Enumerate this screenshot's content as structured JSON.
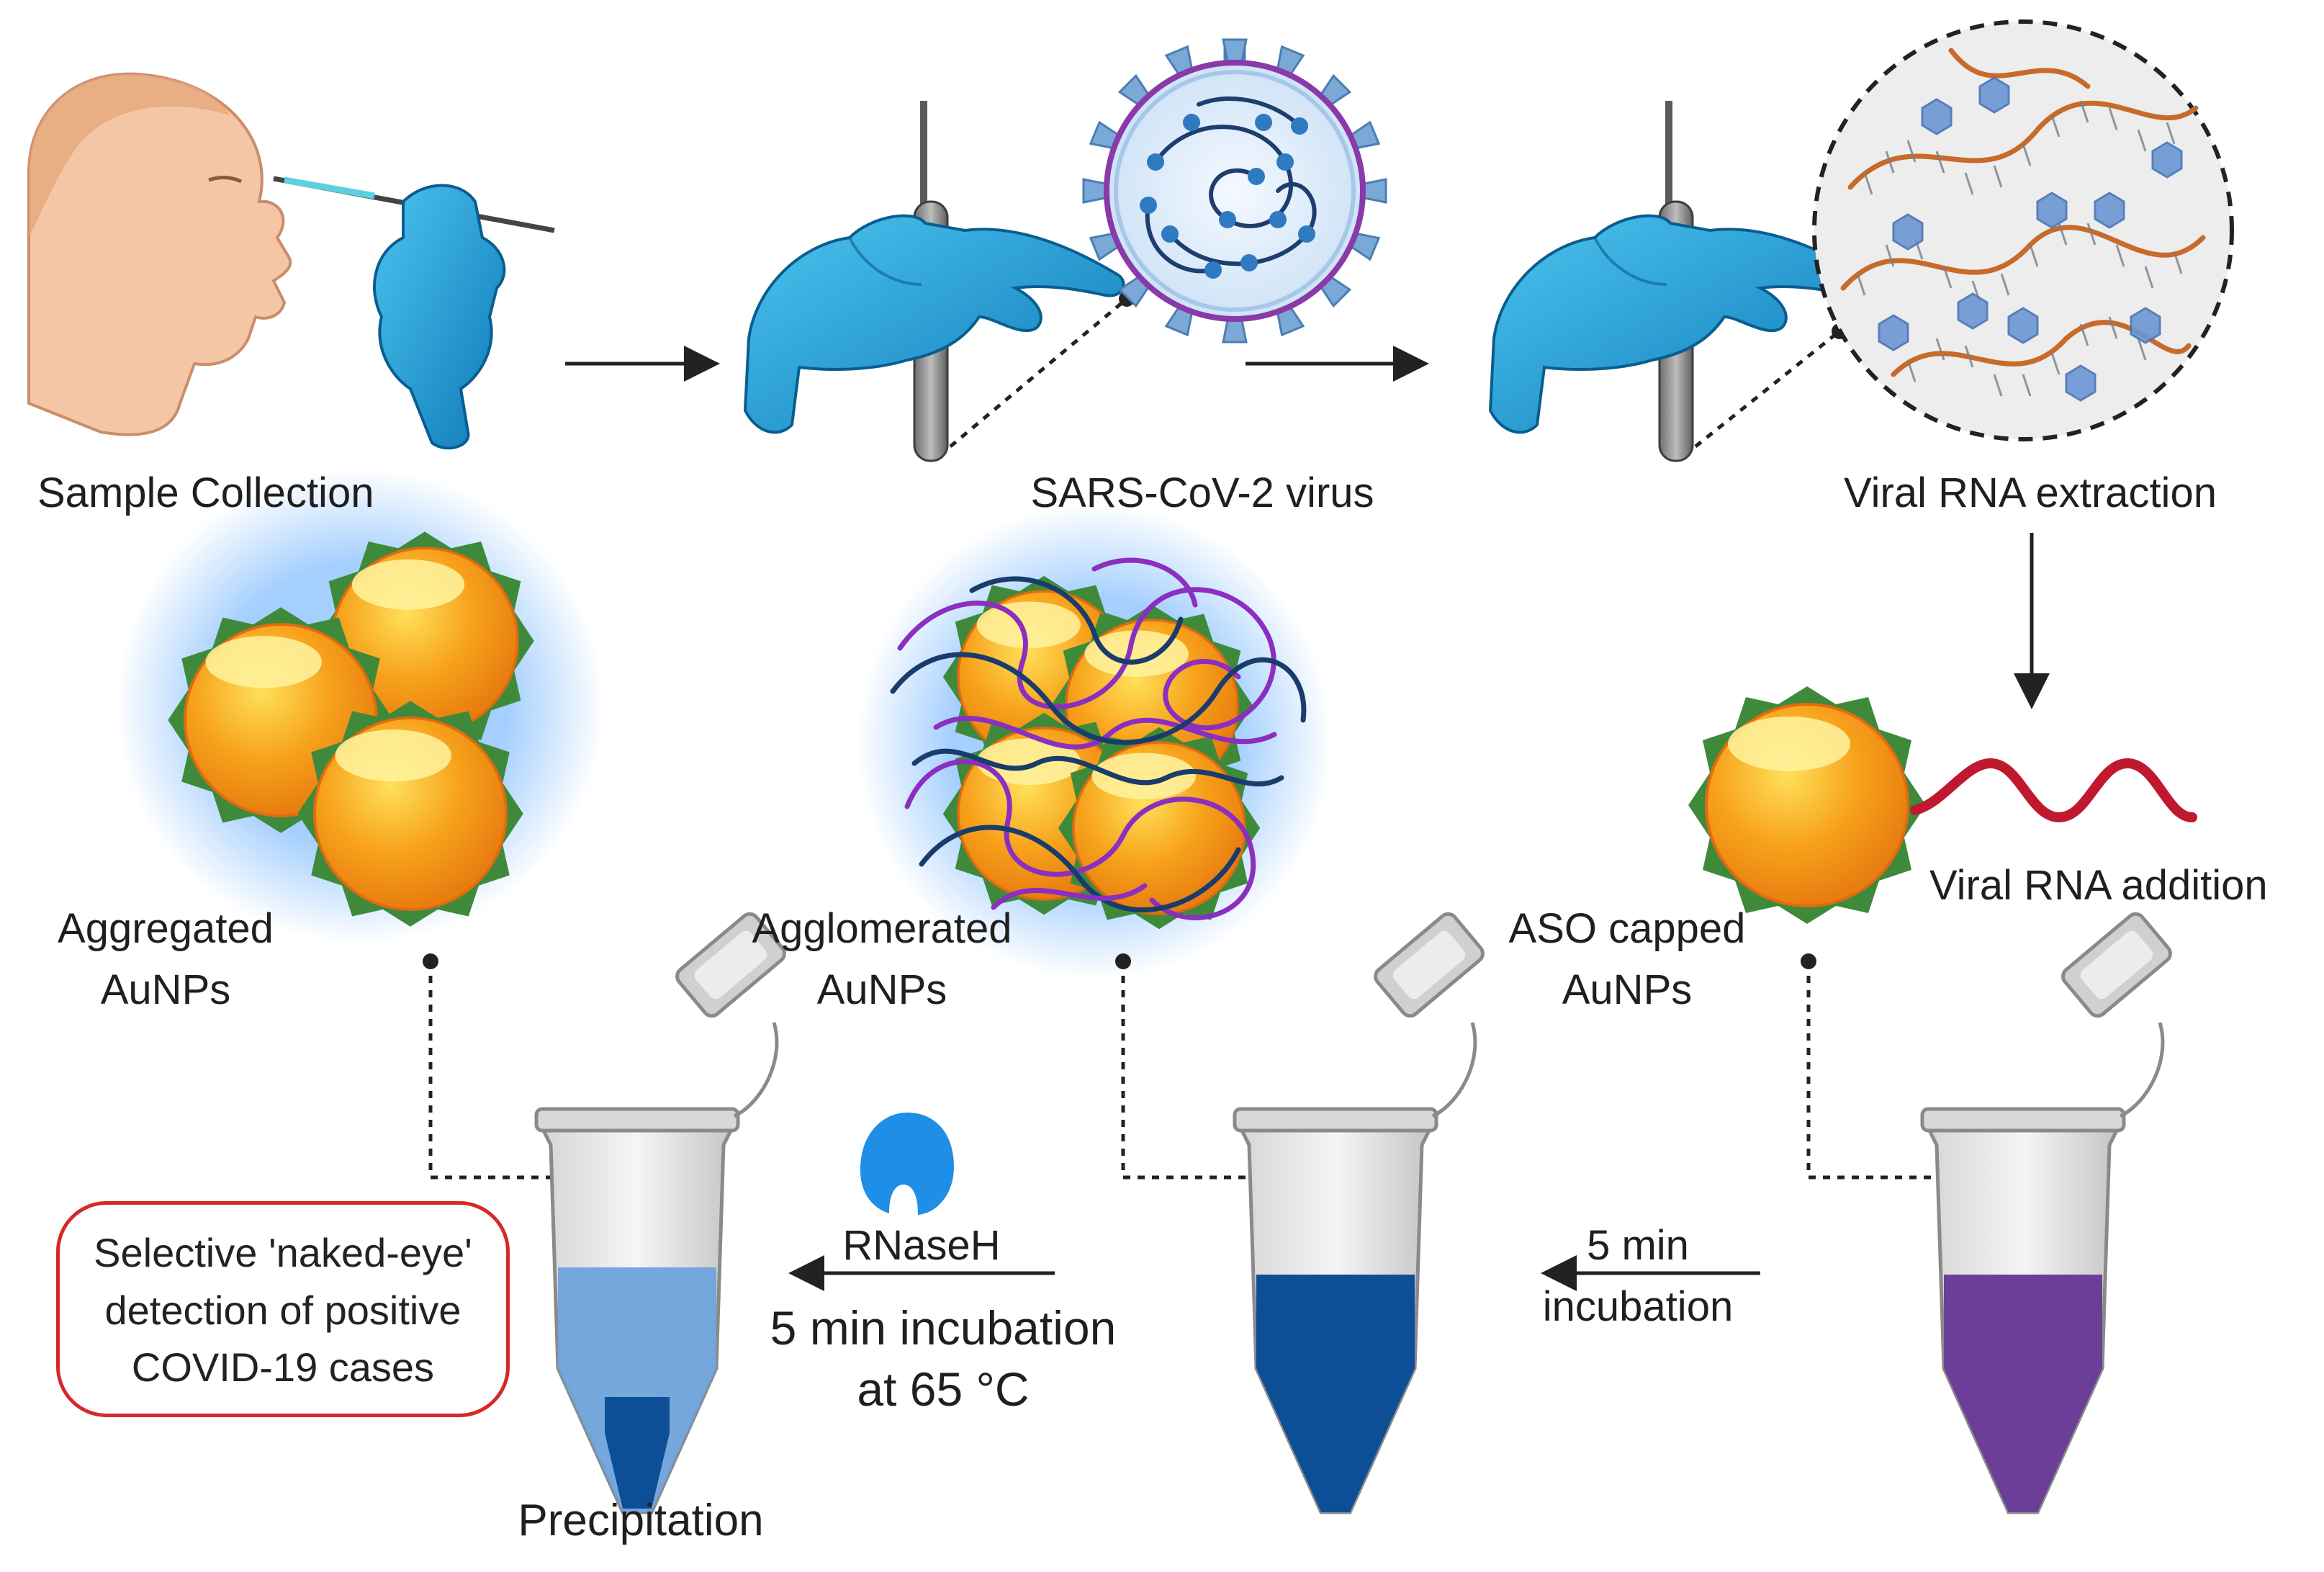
{
  "labels": {
    "sample_collection": "Sample Collection",
    "sars_virus": "SARS-CoV-2 virus",
    "viral_rna_extraction": "Viral RNA extraction",
    "viral_rna_addition": "Viral RNA addition",
    "aggregated_line1": "Aggregated",
    "aggregated_line2": "AuNPs",
    "agglomerated_line1": "Agglomerated",
    "agglomerated_line2": "AuNPs",
    "aso_line1": "ASO capped",
    "aso_line2": "AuNPs",
    "rnaseh": "RNaseH",
    "incubation_65_line1": "5 min incubation",
    "incubation_65_line2": "at 65 °C",
    "incubation_5_line1": "5 min",
    "incubation_5_line2": "incubation",
    "precipitation": "Precipitation",
    "result_line1": "Selective 'naked-eye'",
    "result_line2": "detection of positive",
    "result_line3": "COVID-19 cases"
  },
  "icons": [
    "patient-swab-icon",
    "gloved-hand-tube-icon",
    "virus-icon",
    "rna-icon",
    "gold-nanoparticle-icon",
    "rnaseh-enzyme-icon",
    "microtube-icon"
  ],
  "colors": {
    "glove": "#1aa3d9",
    "gold": "#f6a21a",
    "ligand": "#3f8a3a",
    "rna": "#c0182e",
    "tube_purple": "#6b3f98",
    "tube_blue": "#0d4f96",
    "tube_light_blue": "#6fa3dc",
    "result_border": "#d62828",
    "enzyme": "#1e8ee6"
  }
}
